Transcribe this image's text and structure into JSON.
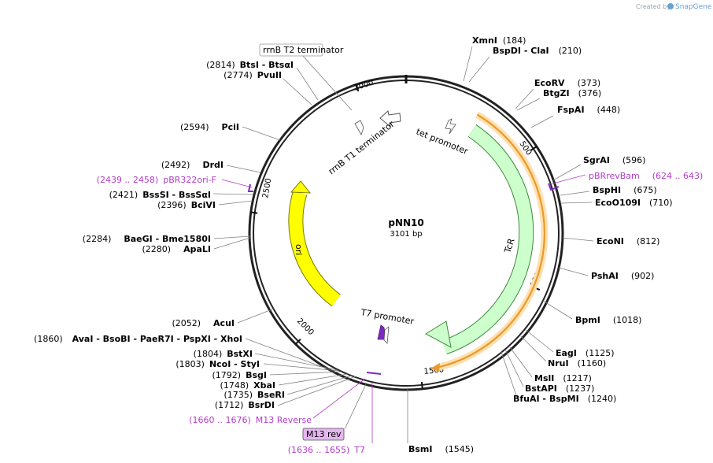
{
  "branding": {
    "created_by": "Created by",
    "product": "SnapGene"
  },
  "plasmid": {
    "name": "pNN10",
    "size": "3101 bp"
  },
  "ticks": [
    "500",
    "1000",
    "1500",
    "2000",
    "2500",
    "3000"
  ],
  "features": {
    "tcr": "TcR",
    "ori": "ori",
    "tet_promoter": "tet promoter",
    "rrnb_t1": "rrnB T1 terminator",
    "t7_promoter": "T7 promoter",
    "rrnb_t2": "rrnB T2 terminator"
  },
  "sites_right": [
    {
      "name": "XmnI",
      "pos": "(184)"
    },
    {
      "name": "BspDI  -  ClaI",
      "pos": "(210)"
    },
    {
      "name": "EcoRV",
      "pos": "(373)"
    },
    {
      "name": "BtgZI",
      "pos": "(376)"
    },
    {
      "name": "FspAI",
      "pos": "(448)"
    },
    {
      "name": "SgrAI",
      "pos": "(596)"
    },
    {
      "name": "BspHI",
      "pos": "(675)"
    },
    {
      "name": "EcoO109I",
      "pos": "(710)"
    },
    {
      "name": "EcoNI",
      "pos": "(812)"
    },
    {
      "name": "PshAI",
      "pos": "(902)"
    },
    {
      "name": "BpmI",
      "pos": "(1018)"
    },
    {
      "name": "EagI",
      "pos": "(1125)"
    },
    {
      "name": "NruI",
      "pos": "(1160)"
    },
    {
      "name": "MslI",
      "pos": "(1217)"
    },
    {
      "name": "BstAPI",
      "pos": "(1237)"
    },
    {
      "name": "BfuAI  -  BspMI",
      "pos": "(1240)"
    },
    {
      "name": "BsmI",
      "pos": "(1545)"
    }
  ],
  "sites_left": [
    {
      "name": "BtsI  -  BtsαI",
      "pos": "(2814)"
    },
    {
      "name": "PvuII",
      "pos": "(2774)"
    },
    {
      "name": "PciI",
      "pos": "(2594)"
    },
    {
      "name": "DrdI",
      "pos": "(2492)"
    },
    {
      "name": "BssSI  -  BssSαI",
      "pos": "(2421)"
    },
    {
      "name": "BciVI",
      "pos": "(2396)"
    },
    {
      "name": "BaeGI  -  Bme1580I",
      "pos": "(2284)"
    },
    {
      "name": "ApaLI",
      "pos": "(2280)"
    },
    {
      "name": "AcuI",
      "pos": "(2052)"
    },
    {
      "name": "AvaI  -  BsoBI  -  PaeR7I  -  PspXI  -  XhoI",
      "pos": "(1860)"
    },
    {
      "name": "BstXI",
      "pos": "(1804)"
    },
    {
      "name": "NcoI  -  StyI",
      "pos": "(1803)"
    },
    {
      "name": "BsgI",
      "pos": "(1792)"
    },
    {
      "name": "XbaI",
      "pos": "(1748)"
    },
    {
      "name": "BseRI",
      "pos": "(1735)"
    },
    {
      "name": "BsrDI",
      "pos": "(1712)"
    }
  ],
  "primers": {
    "pbrrevbam": {
      "name": "pBRrevBam",
      "range": "(624 .. 643)"
    },
    "pbr322ori": {
      "range": "(2439 .. 2458)",
      "name": "pBR322ori-F"
    },
    "m13rev_range": {
      "range": "(1660 .. 1676)",
      "name": "M13 Reverse"
    },
    "m13rev_box": "M13 rev",
    "t7": {
      "range": "(1636 .. 1655)",
      "name": "T7"
    }
  },
  "colors": {
    "backbone": "#222222",
    "tcr_fill": "#ccffcc",
    "ori_fill": "#ffff00",
    "orange": "#e89a2a",
    "green_line": "#2f7a2f",
    "primer": "#b23cc6"
  }
}
